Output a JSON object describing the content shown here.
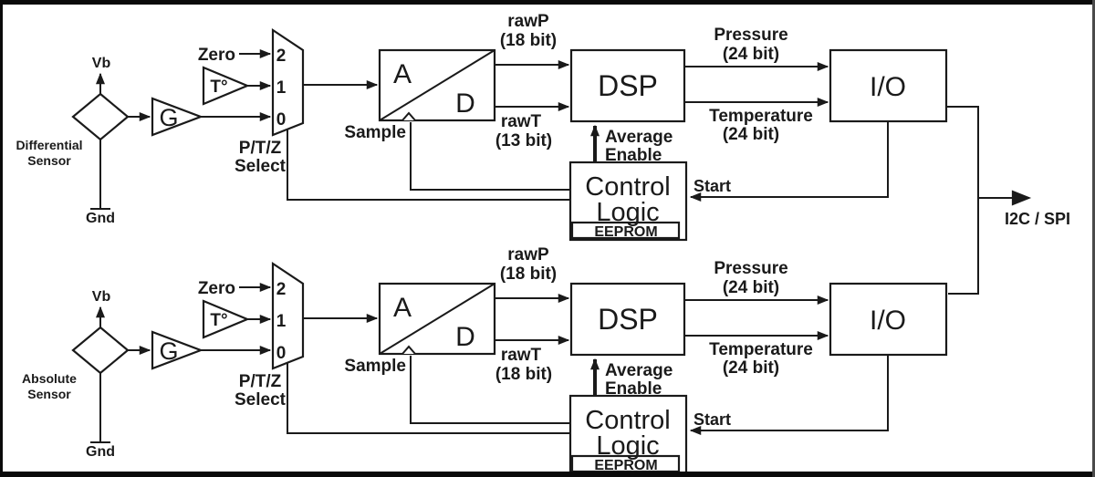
{
  "diagram": {
    "colors": {
      "ink": "#1a1a1a",
      "background": "#ffffff"
    },
    "bus": {
      "label": "I2C / SPI"
    },
    "channels": [
      {
        "sensor": {
          "line1": "Differential",
          "line2": "Sensor"
        },
        "supply_top": "Vb",
        "supply_bottom": "Gnd",
        "gain_label": "G",
        "temp_sensor_label": "T°",
        "zero_label": "Zero",
        "mux": {
          "in2": "2",
          "in1": "1",
          "in0": "0",
          "select_line1": "P/T/Z",
          "select_line2": "Select"
        },
        "adc": {
          "a": "A",
          "d": "D",
          "sample": "Sample"
        },
        "rawp": {
          "line1": "rawP",
          "line2": "(18 bit)"
        },
        "rawt": {
          "line1": "rawT",
          "line2": "(13 bit)"
        },
        "dsp_label": "DSP",
        "pressure": {
          "line1": "Pressure",
          "line2": "(24 bit)"
        },
        "temperature": {
          "line1": "Temperature",
          "line2": "(24 bit)"
        },
        "io_label": "I/O",
        "average_enable": {
          "line1": "Average",
          "line2": "Enable"
        },
        "control": {
          "line1": "Control",
          "line2": "Logic",
          "eeprom": "EEPROM"
        },
        "start_label": "Start"
      },
      {
        "sensor": {
          "line1": "Absolute",
          "line2": "Sensor"
        },
        "supply_top": "Vb",
        "supply_bottom": "Gnd",
        "gain_label": "G",
        "temp_sensor_label": "T°",
        "zero_label": "Zero",
        "mux": {
          "in2": "2",
          "in1": "1",
          "in0": "0",
          "select_line1": "P/T/Z",
          "select_line2": "Select"
        },
        "adc": {
          "a": "A",
          "d": "D",
          "sample": "Sample"
        },
        "rawp": {
          "line1": "rawP",
          "line2": "(18 bit)"
        },
        "rawt": {
          "line1": "rawT",
          "line2": "(18 bit)"
        },
        "dsp_label": "DSP",
        "pressure": {
          "line1": "Pressure",
          "line2": "(24 bit)"
        },
        "temperature": {
          "line1": "Temperature",
          "line2": "(24 bit)"
        },
        "io_label": "I/O",
        "average_enable": {
          "line1": "Average",
          "line2": "Enable"
        },
        "control": {
          "line1": "Control",
          "line2": "Logic",
          "eeprom": "EEPROM"
        },
        "start_label": "Start"
      }
    ]
  }
}
